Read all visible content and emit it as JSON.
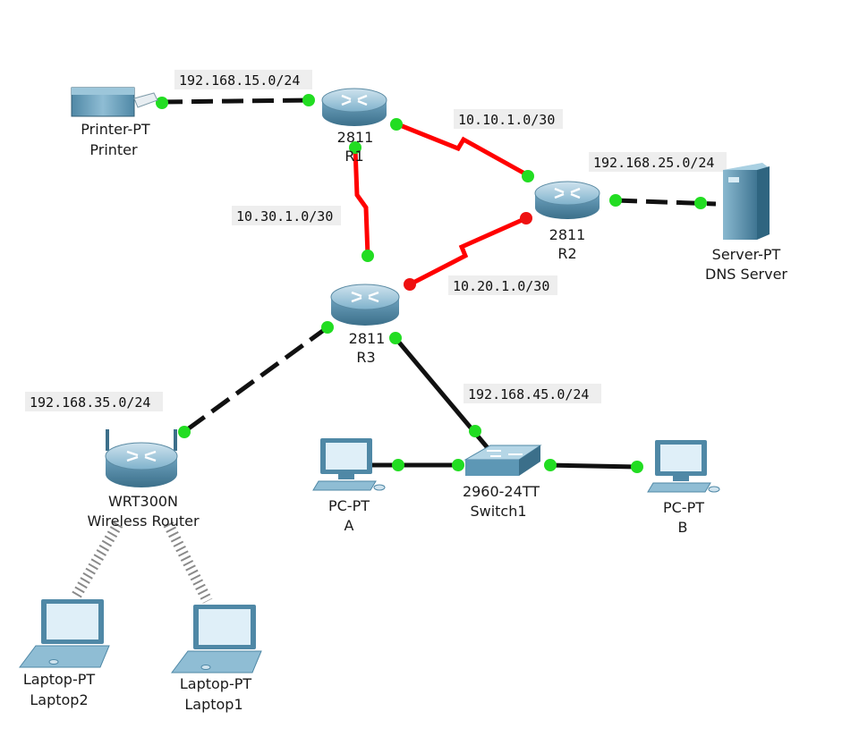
{
  "colors": {
    "serial_link": "#ff0000",
    "ethernet_link": "#111111",
    "port_up": "#22dd22",
    "port_down": "#ee1111",
    "device_body": "#6aa6c4",
    "device_dark": "#3e7996",
    "screen": "#dfeff8",
    "wireless": "#888888"
  },
  "devices": {
    "printer": {
      "model": "Printer-PT",
      "name": "Printer"
    },
    "r1": {
      "model": "2811",
      "name": "R1"
    },
    "r2": {
      "model": "2811",
      "name": "R2"
    },
    "r3": {
      "model": "2811",
      "name": "R3"
    },
    "dns_server": {
      "model": "Server-PT",
      "name": "DNS Server"
    },
    "wireless_router": {
      "model": "WRT300N",
      "name": "Wireless Router"
    },
    "switch1": {
      "model": "2960-24TT",
      "name": "Switch1"
    },
    "pc_a": {
      "model": "PC-PT",
      "name": "A"
    },
    "pc_b": {
      "model": "PC-PT",
      "name": "B"
    },
    "laptop2": {
      "model": "Laptop-PT",
      "name": "Laptop2"
    },
    "laptop1": {
      "model": "Laptop-PT",
      "name": "Laptop1"
    }
  },
  "networks": {
    "printer_r1": "192.168.15.0/24",
    "r1_r2": "10.10.1.0/30",
    "r1_r3": "10.30.1.0/30",
    "r2_r3": "10.20.1.0/30",
    "r2_server": "192.168.25.0/24",
    "r3_wrt": "192.168.35.0/24",
    "r3_switch": "192.168.45.0/24"
  },
  "links": [
    {
      "from": "Printer",
      "to": "R1",
      "type": "ethernet",
      "status": "up"
    },
    {
      "from": "R1",
      "to": "R2",
      "type": "serial",
      "status": "up"
    },
    {
      "from": "R1",
      "to": "R3",
      "type": "serial",
      "status": "up"
    },
    {
      "from": "R2",
      "to": "R3",
      "type": "serial",
      "status": "down"
    },
    {
      "from": "R2",
      "to": "DNS Server",
      "type": "ethernet",
      "status": "up"
    },
    {
      "from": "R3",
      "to": "Wireless Router",
      "type": "ethernet",
      "status": "up"
    },
    {
      "from": "R3",
      "to": "Switch1",
      "type": "ethernet",
      "status": "up"
    },
    {
      "from": "A",
      "to": "Switch1",
      "type": "ethernet",
      "status": "up"
    },
    {
      "from": "Switch1",
      "to": "B",
      "type": "ethernet",
      "status": "up"
    },
    {
      "from": "Wireless Router",
      "to": "Laptop2",
      "type": "wireless",
      "status": "up"
    },
    {
      "from": "Wireless Router",
      "to": "Laptop1",
      "type": "wireless",
      "status": "up"
    }
  ]
}
